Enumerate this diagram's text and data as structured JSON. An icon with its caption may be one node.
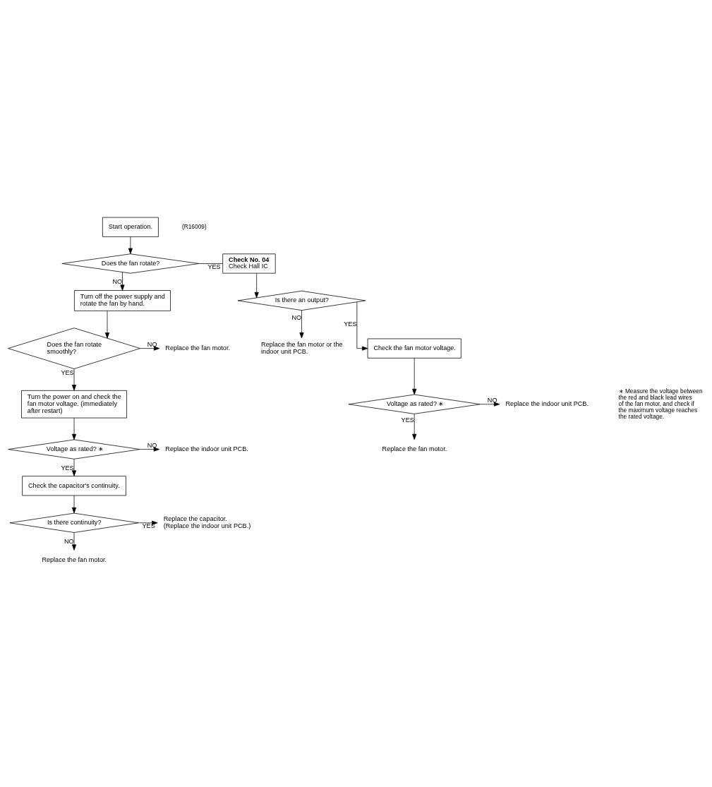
{
  "diagram": {
    "nodes": [
      {
        "text": [
          "Start operation."
        ]
      },
      {
        "text": [
          "Does the fan rotate?"
        ]
      },
      {
        "text": [
          "Check No. 04",
          "Check Hall IC"
        ]
      },
      {
        "text": [
          "Is there an output?"
        ]
      },
      {
        "text": [
          "Replace the fan motor or the indoor unit PCB."
        ]
      },
      {
        "text": [
          "Turn off the power supply and rotate the fan by hand."
        ]
      },
      {
        "text": [
          "Does the fan rotate smoothly?"
        ]
      },
      {
        "text": [
          "Replace the fan motor."
        ]
      },
      {
        "text": [
          "Check the fan motor voltage."
        ]
      },
      {
        "text": [
          "Voltage as rated? ∗"
        ]
      },
      {
        "text": [
          "Replace the indoor unit PCB."
        ]
      },
      {
        "text": [
          "Replace the fan motor."
        ]
      },
      {
        "text": [
          "Turn the power on and check the fan motor voltage. (immediately after restart)"
        ]
      },
      {
        "text": [
          "Voltage as rated? ∗"
        ]
      },
      {
        "text": [
          "Replace the indoor unit PCB."
        ]
      },
      {
        "text": [
          "Check the capacitor's continuity."
        ]
      },
      {
        "text": [
          "Is there continuity?"
        ]
      },
      {
        "text": [
          "Replace the capacitor.",
          "(Replace the indoor unit PCB.)"
        ]
      },
      {
        "text": [
          "Replace the fan motor."
        ]
      }
    ],
    "edges": [
      {
        "from": 0,
        "to": 1,
        "arrow": "to"
      },
      {
        "from": 1,
        "to": 2,
        "arrow": "none",
        "label": "YES"
      },
      {
        "from": 1,
        "to": 5,
        "arrow": "to",
        "label": "NO"
      },
      {
        "from": 2,
        "to": 3,
        "arrow": "to"
      },
      {
        "from": 3,
        "to": 4,
        "arrow": "to",
        "label": "NO"
      },
      {
        "from": 3,
        "to": 8,
        "arrow": "to",
        "label": "YES"
      },
      {
        "from": 5,
        "to": 6,
        "arrow": "to"
      },
      {
        "from": 6,
        "to": 7,
        "arrow": "to",
        "label": "NO"
      },
      {
        "from": 6,
        "to": 12,
        "arrow": "to",
        "label": "YES"
      },
      {
        "from": 8,
        "to": 9,
        "arrow": "to"
      },
      {
        "from": 9,
        "to": 10,
        "arrow": "to",
        "label": "NO"
      },
      {
        "from": 9,
        "to": 11,
        "arrow": "to",
        "label": "YES"
      },
      {
        "from": 12,
        "to": 13,
        "arrow": "to"
      },
      {
        "from": 13,
        "to": 14,
        "arrow": "to",
        "label": "NO"
      },
      {
        "from": 13,
        "to": 15,
        "arrow": "to",
        "label": "YES"
      },
      {
        "from": 15,
        "to": 16,
        "arrow": "to"
      },
      {
        "from": 16,
        "to": 17,
        "arrow": "to",
        "label": "YES"
      },
      {
        "from": 16,
        "to": 18,
        "arrow": "to",
        "label": "NO"
      }
    ],
    "labels": [
      "∗ Measure the voltage between the red and black lead wires of the fan motor, and check if the maximum voltage reaches the rated voltage.",
      "(R16009)"
    ]
  }
}
